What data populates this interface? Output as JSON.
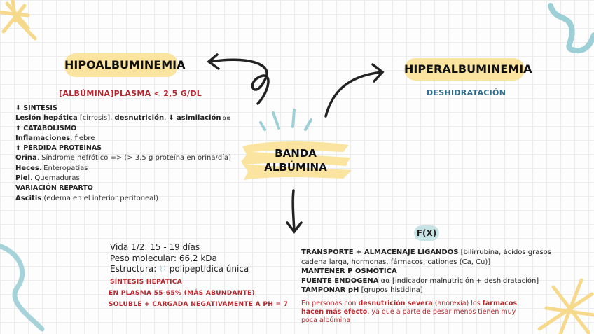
{
  "title": {
    "line1": "BANDA",
    "line2": "ALBÚMINA"
  },
  "hipo": {
    "label": "HIPOALBUMINEMIA",
    "threshold": "[ALBÚMINA]PLASMA < 2,5 G/DL",
    "rows": [
      {
        "arrow": "⬇",
        "bold": "SÍNTESIS",
        "rest": ""
      },
      {
        "bold": "Lesión hepática",
        "rest": " [cirrosis], ",
        "bold2": "desnutrición",
        "rest2": ", ⬇ ",
        "bold3": "asimilación",
        "rest3": " αα"
      },
      {
        "arrow": "⬆",
        "bold": "CATABOLISMO",
        "rest": ""
      },
      {
        "bold": "Inflamaciones",
        "rest": ", fiebre"
      },
      {
        "arrow": "⬆",
        "bold": "PÉRDIDA PROTEÍNAS",
        "rest": ""
      },
      {
        "bold": "Orina",
        "rest": ". Síndrome nefrótico => (> 3,5 g proteína en orina/día)"
      },
      {
        "bold": "Heces",
        "rest": ". Enteropatías"
      },
      {
        "bold": "Piel",
        "rest": ". Quemaduras"
      },
      {
        "bold": "VARIACIÓN REPARTO",
        "rest": ""
      },
      {
        "bold": "Ascitis",
        "rest": " (edema en el interior peritoneal)"
      }
    ]
  },
  "hiper": {
    "label": "HIPERALBUMINEMIA",
    "cause": "DESHIDRATACIÓN"
  },
  "props": {
    "vida": "Vida 1/2: 15 - 19 días",
    "peso": "Peso molecular: 66,2 kDa",
    "estructura_label": "Estructura:",
    "estructura_value": "polipeptídica única",
    "red1": "SÍNTESIS HEPÁTICA",
    "red2": "EN PLASMA 55-65% (MÁS ABUNDANTE)",
    "red3": "SOLUBLE + CARGADA NEGATIVAMENTE A PH = 7"
  },
  "fx": {
    "label": "F(X)",
    "l1_bold": "TRANSPORTE + ALMACENAJE LIGANDOS",
    "l1_rest": " [bilirrubina, ácidos grasos cadena larga, hormonas, fármacos, cationes (Ca, Cu)]",
    "l2_bold": "MANTENER P OSMÓTICA",
    "l3_bold": "FUENTE ENDÓGENA",
    "l3_rest": " αα  [indicador malnutrición + deshidratación]",
    "l4_bold": "TAMPONAR pH",
    "l4_rest": " [grupos histidina]",
    "note_a": "En personas con ",
    "note_b": "desnutrición severa",
    "note_c": " (anorexia) los ",
    "note_d": "fármacos hacen más efecto",
    "note_e": ", ya que a parte de pesar menos tienen muy poca albúmina"
  },
  "colors": {
    "pill": "#fbe3a0",
    "fx_pill": "#c7e3e6",
    "red": "#b5272d",
    "blue": "#2e6d8e"
  }
}
